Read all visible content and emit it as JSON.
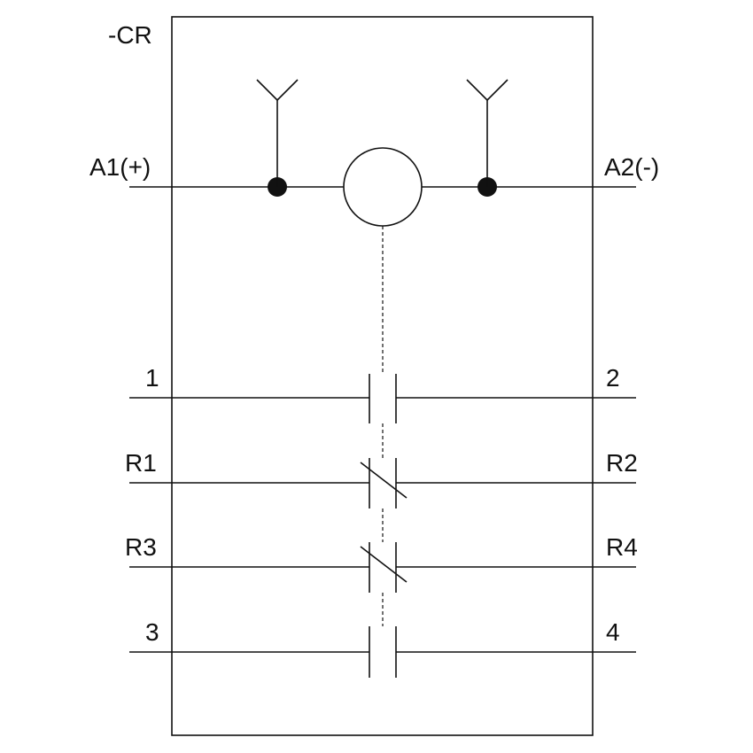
{
  "device": {
    "tag": "-CR"
  },
  "coil": {
    "left_terminal": "A1(+)",
    "right_terminal": "A2(-)"
  },
  "contacts": [
    {
      "left": "1",
      "right": "2",
      "type": "normally-open"
    },
    {
      "left": "R1",
      "right": "R2",
      "type": "normally-closed"
    },
    {
      "left": "R3",
      "right": "R4",
      "type": "normally-closed"
    },
    {
      "left": "3",
      "right": "4",
      "type": "normally-open"
    }
  ],
  "colors": {
    "line": "#111111",
    "background": "#ffffff"
  }
}
